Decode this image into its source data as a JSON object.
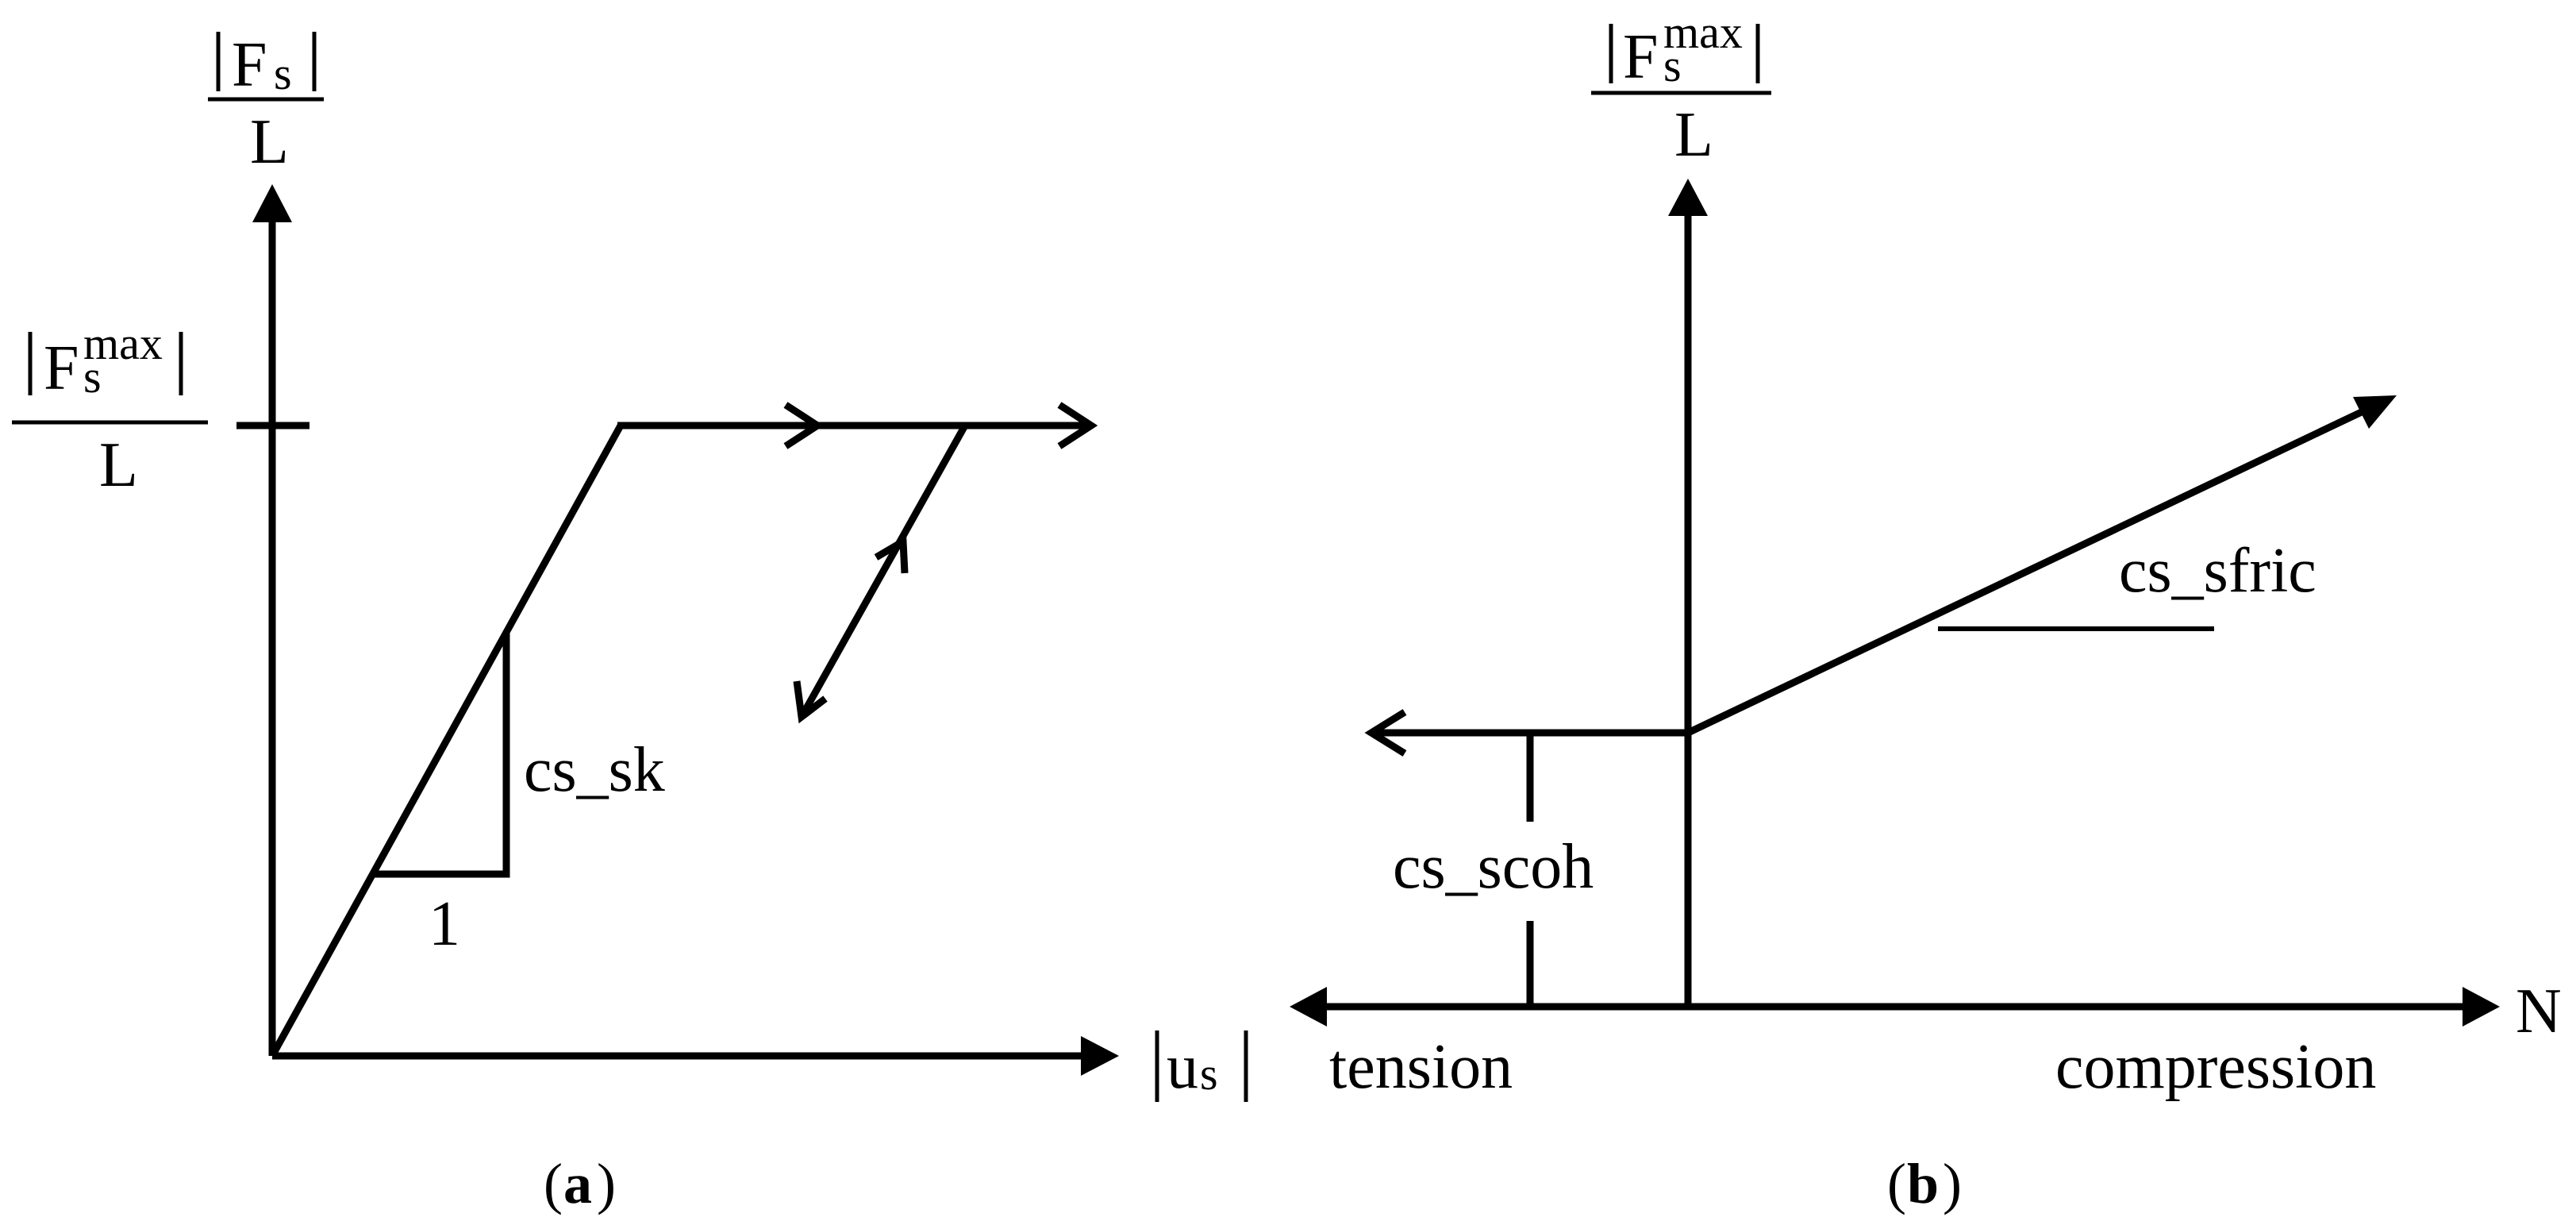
{
  "colors": {
    "ink": "#000000",
    "background": "#ffffff"
  },
  "panel_a": {
    "y_label": {
      "symbol": "F",
      "subscript": "s",
      "denominator": "L"
    },
    "level_label": {
      "symbol": "F",
      "subscript": "s",
      "superscript": "max",
      "denominator": "L"
    },
    "x_label": {
      "symbol": "u",
      "subscript": "s"
    },
    "slope_label": "cs_sk",
    "unit_label": "1",
    "caption": {
      "open": "(",
      "letter": "a",
      "close": ")"
    }
  },
  "panel_b": {
    "y_label": {
      "symbol": "F",
      "subscript": "s",
      "superscript": "max",
      "denominator": "L"
    },
    "x_label": "N",
    "left_label": "tension",
    "right_label": "compression",
    "cohesion_label": "cs_scoh",
    "friction_label": "cs_sfric",
    "caption": {
      "open": "(",
      "letter": "b",
      "close": ")"
    }
  }
}
